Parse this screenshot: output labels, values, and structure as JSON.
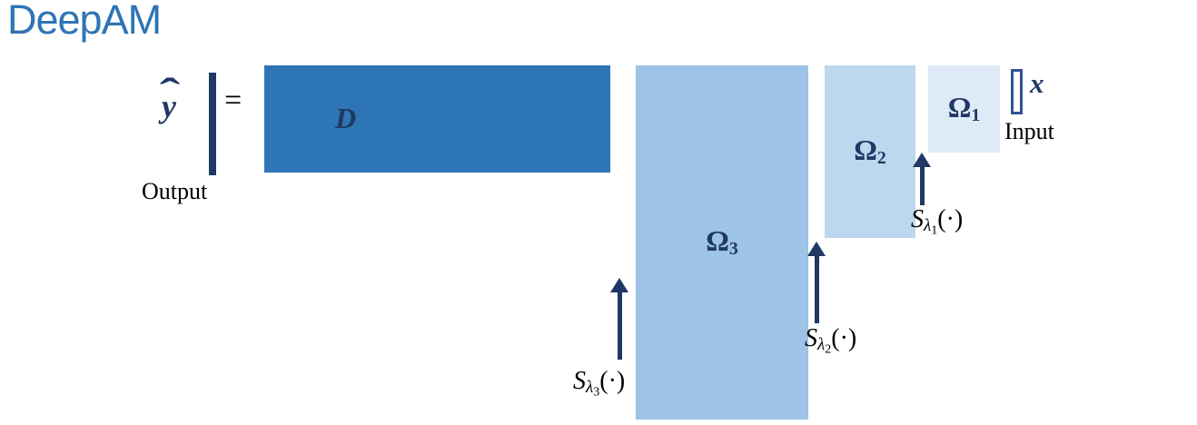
{
  "title": "DeepAM",
  "colors": {
    "title_blue": "#2E74B5",
    "dark_navy": "#1F3864",
    "d_matrix_fill": "#2E75B6",
    "omega3_fill": "#9DC3E6",
    "omega2_fill": "#BDD7EE",
    "omega1_fill": "#DEEBF7",
    "x_border": "#2F5496",
    "text_black": "#000000"
  },
  "equation": {
    "output_symbol": "y",
    "output_hat": "ˆ",
    "equals": "=",
    "output_caption": "Output",
    "d_label": "D",
    "input_symbol": "x",
    "input_caption": "Input"
  },
  "omegas": [
    {
      "base": "Ω",
      "sub": "3"
    },
    {
      "base": "Ω",
      "sub": "2"
    },
    {
      "base": "Ω",
      "sub": "1"
    }
  ],
  "operators": [
    {
      "s": "S",
      "lambda": "λ",
      "index": "3",
      "args": "(·)"
    },
    {
      "s": "S",
      "lambda": "λ",
      "index": "2",
      "args": "(·)"
    },
    {
      "s": "S",
      "lambda": "λ",
      "index": "1",
      "args": "(·)"
    }
  ]
}
